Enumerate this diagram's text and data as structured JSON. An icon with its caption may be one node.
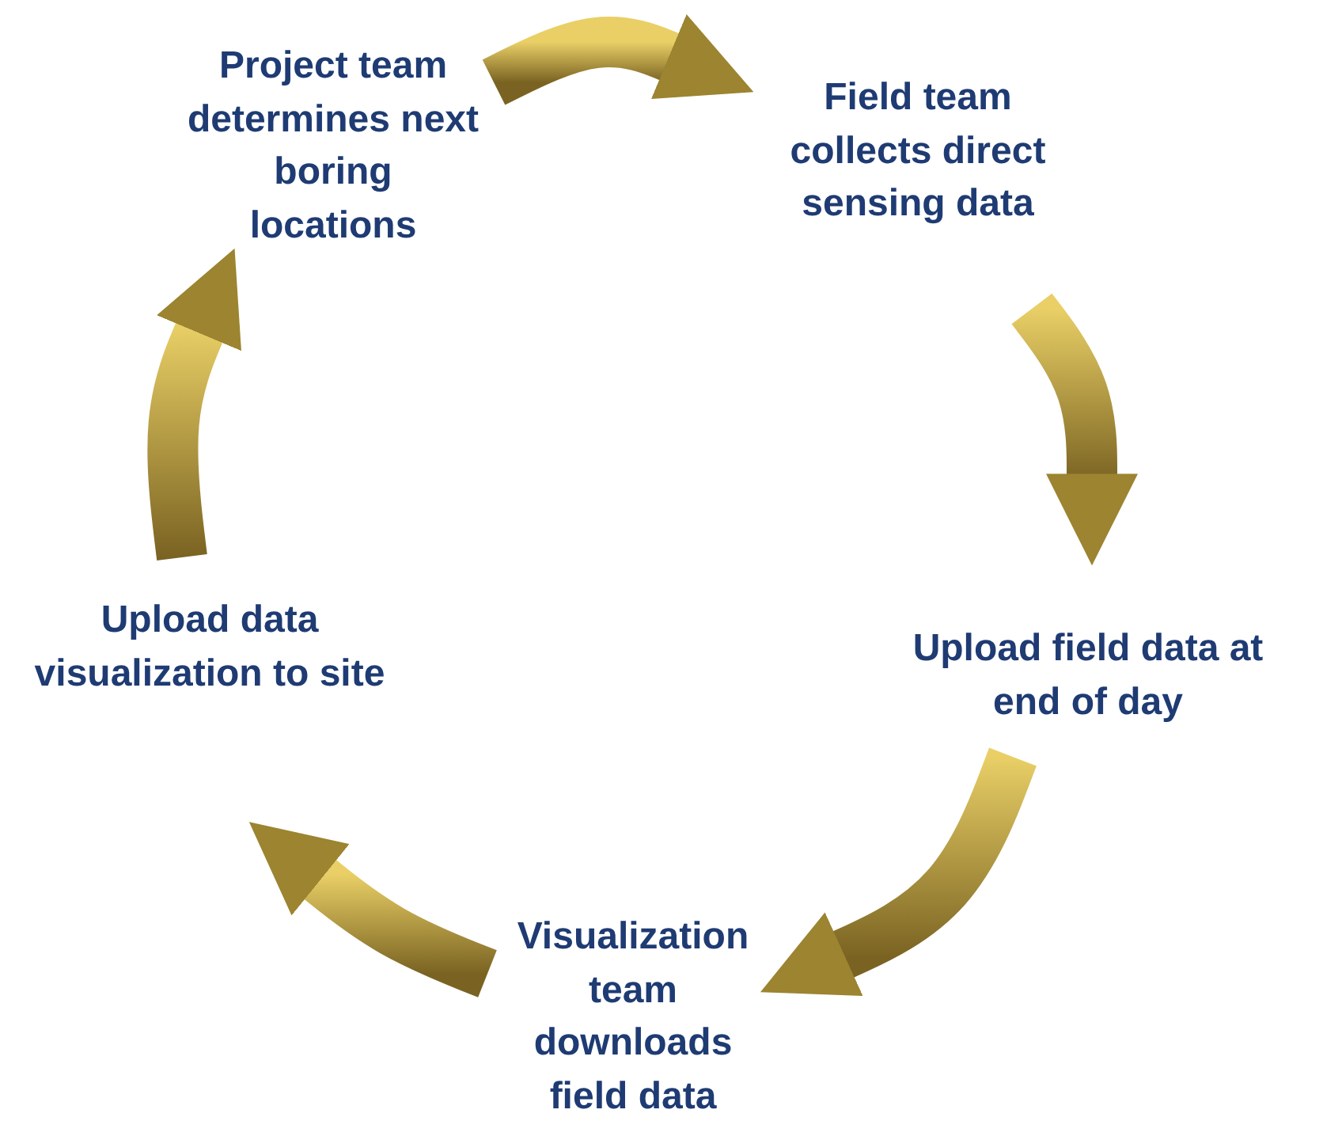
{
  "diagram": {
    "nodes": [
      {
        "text": [
          "Project team determines next boring locations"
        ]
      },
      {
        "text": [
          "Field team collects direct sensing data"
        ]
      },
      {
        "text": [
          "Upload field data at end of day"
        ]
      },
      {
        "text": [
          "Visualization team downloads field data"
        ]
      },
      {
        "text": [
          "Upload data visualization to site"
        ]
      }
    ],
    "edges": [
      {
        "from": 0,
        "to": 1,
        "arrow": "to"
      },
      {
        "from": 1,
        "to": 2,
        "arrow": "to"
      },
      {
        "from": 2,
        "to": 3,
        "arrow": "to"
      },
      {
        "from": 3,
        "to": 4,
        "arrow": "to"
      },
      {
        "from": 4,
        "to": 0,
        "arrow": "to"
      }
    ]
  }
}
